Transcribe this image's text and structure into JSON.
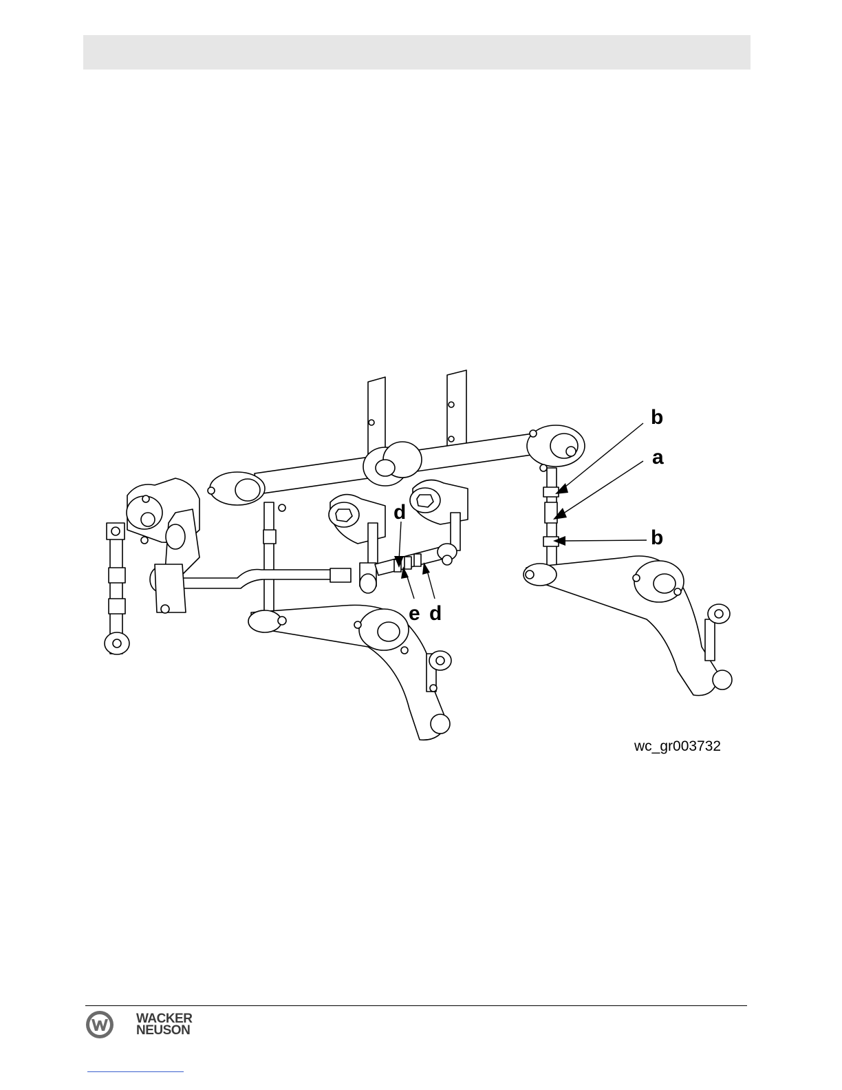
{
  "figure": {
    "image_id": "wc_gr003732",
    "callouts": {
      "b_top": "b",
      "a": "a",
      "b_bottom": "b",
      "d_top": "d",
      "e": "e",
      "d_bottom": "d"
    }
  },
  "footer": {
    "logo_line1": "WACKER",
    "logo_line2": "NEUSON"
  },
  "colors": {
    "header_band": "#e6e6e6",
    "line_art": "#000000",
    "logo_grey": "#6b6b6b"
  }
}
